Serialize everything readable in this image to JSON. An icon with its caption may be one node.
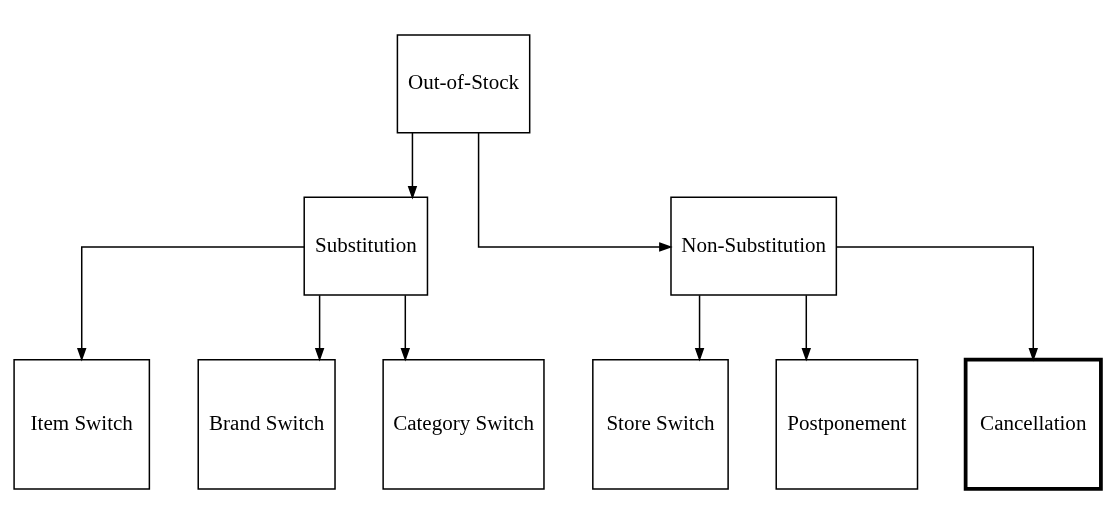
{
  "diagram": {
    "nodes": [
      {
        "text": [
          "Out-of-Stock"
        ]
      },
      {
        "text": [
          "Substitution"
        ]
      },
      {
        "text": [
          "Non-Substitution"
        ]
      },
      {
        "text": [
          "Item Switch"
        ]
      },
      {
        "text": [
          "Brand Switch"
        ]
      },
      {
        "text": [
          "Category Switch"
        ]
      },
      {
        "text": [
          "Store Switch"
        ]
      },
      {
        "text": [
          "Postponement"
        ]
      },
      {
        "text": [
          "Cancellation"
        ]
      }
    ],
    "edges": [
      {
        "from": 0,
        "to": 1,
        "arrow": "to"
      },
      {
        "from": 0,
        "to": 2,
        "arrow": "to"
      },
      {
        "from": 1,
        "to": 3,
        "arrow": "to"
      },
      {
        "from": 1,
        "to": 4,
        "arrow": "to"
      },
      {
        "from": 1,
        "to": 5,
        "arrow": "to"
      },
      {
        "from": 2,
        "to": 6,
        "arrow": "to"
      },
      {
        "from": 2,
        "to": 7,
        "arrow": "to"
      },
      {
        "from": 2,
        "to": 8,
        "arrow": "to"
      }
    ]
  }
}
